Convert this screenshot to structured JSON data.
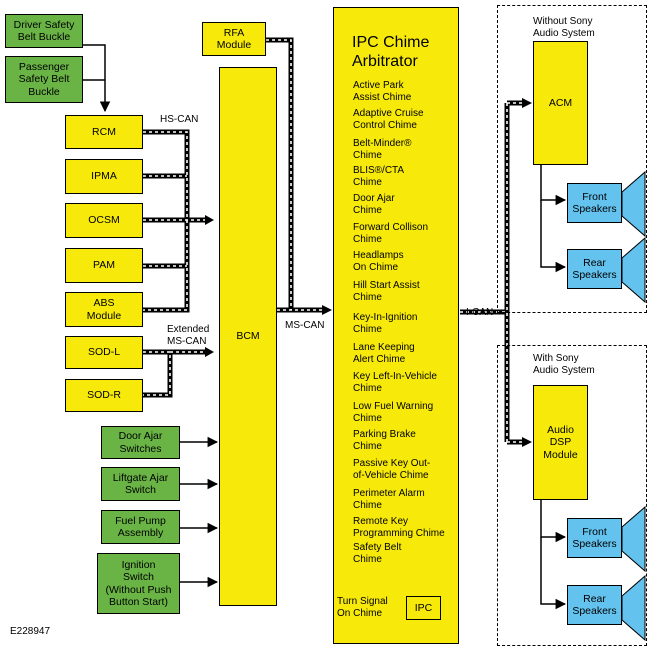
{
  "figure_id": "E228947",
  "nodes": {
    "driver_belt": "Driver Safety\nBelt Buckle",
    "passenger_belt": "Passenger\nSafety Belt\nBuckle",
    "rcm": "RCM",
    "ipma": "IPMA",
    "ocsm": "OCSM",
    "pam": "PAM",
    "abs": "ABS\nModule",
    "sod_l": "SOD-L",
    "sod_r": "SOD-R",
    "door_ajar": "Door Ajar\nSwitches",
    "liftgate": "Liftgate Ajar\nSwitch",
    "fuel_pump": "Fuel Pump\nAssembly",
    "ignition": "Ignition\nSwitch\n(Without Push\nButton Start)",
    "rfa": "RFA\nModule",
    "bcm": "BCM",
    "ipc": "IPC",
    "acm": "ACM",
    "front_speakers_1": "Front\nSpeakers",
    "rear_speakers_1": "Rear\nSpeakers",
    "dsp": "Audio\nDSP\nModule",
    "front_speakers_2": "Front\nSpeakers",
    "rear_speakers_2": "Rear\nSpeakers"
  },
  "labels": {
    "hs_can": "HS-CAN",
    "extended_ms_can": "Extended\nMS-CAN",
    "ms_can": "MS-CAN",
    "i_can": "I-CAN",
    "without_sony": "Without Sony\nAudio System",
    "with_sony": "With Sony\nAudio System",
    "turn_signal": "Turn Signal\nOn Chime"
  },
  "ipc_title": "IPC Chime\nArbitrator",
  "chimes": [
    "Active Park\nAssist Chime",
    "Adaptive Cruise\nControl Chime",
    "Belt-Minder®\nChime",
    "BLIS®/CTA\nChime",
    "Door Ajar\nChime",
    "Forward Collison\nChime",
    "Headlamps\nOn Chime",
    "Hill Start Assist\nChime",
    "Key-In-Ignition\nChime",
    "Lane Keeping\nAlert Chime",
    "Key Left-In-Vehicle\nChime",
    "Low Fuel Warning\nChime",
    "Parking Brake\nChime",
    "Passive Key Out-\nof-Vehicle Chime",
    "Perimeter Alarm\nChime",
    "Remote Key\nProgramming Chime",
    "Safety Belt\nChime"
  ],
  "colors": {
    "module": "#f7ea0b",
    "switch": "#6ab446",
    "speaker": "#63c2ee"
  }
}
